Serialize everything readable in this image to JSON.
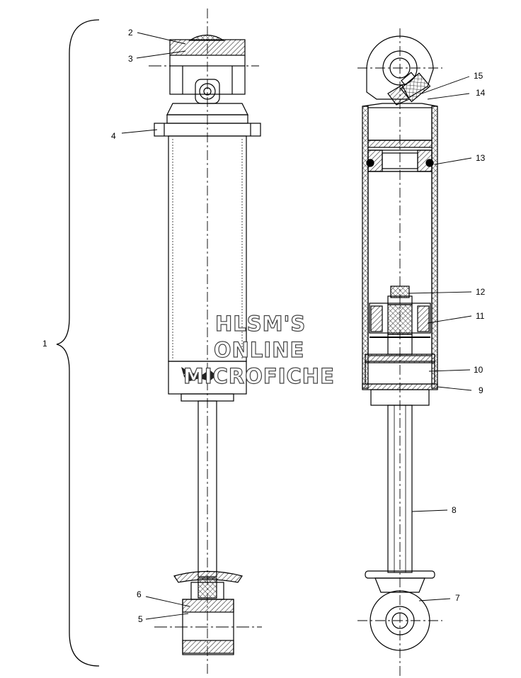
{
  "callouts": {
    "c1": "1",
    "c2": "2",
    "c3": "3",
    "c4": "4",
    "c5": "5",
    "c6": "6",
    "c7": "7",
    "c8": "8",
    "c9": "9",
    "c10": "10",
    "c11": "11",
    "c12": "12",
    "c13": "13",
    "c14": "14",
    "c15": "15"
  },
  "watermark": {
    "line1": "HLSM'S",
    "line2": "ONLINE",
    "line3": "MICROFICHE"
  },
  "colors": {
    "line": "#000000",
    "hatch": "#333333",
    "watermark_outline": "#444444"
  }
}
